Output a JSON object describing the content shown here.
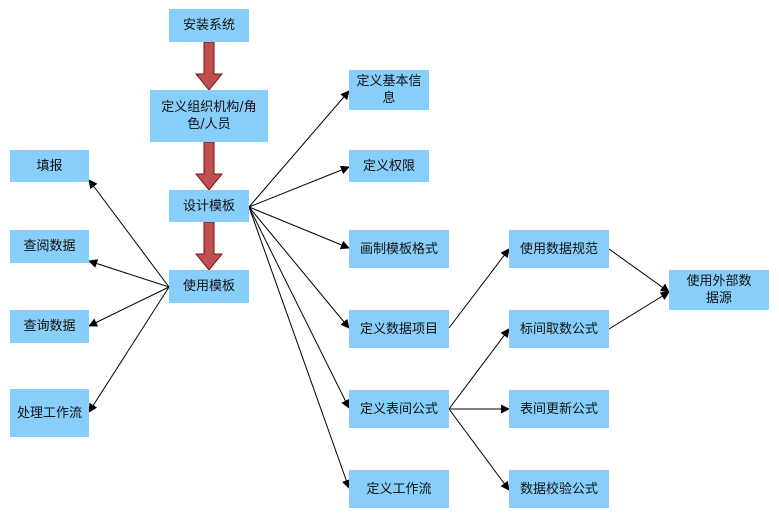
{
  "nodes": {
    "install": "安装系统",
    "define_org": "定义组织机构/角色/人员",
    "design_template": "设计模板",
    "use_template": "使用模板",
    "fill_report": "填报",
    "view_data": "查阅数据",
    "query_data": "查询数据",
    "workflow": "处理工作流",
    "basic_info": "定义基本信息",
    "permissions": "定义权限",
    "draw_format": "画制模板格式",
    "data_items": "定义数据项目",
    "table_formula": "定义表间公式",
    "define_workflow": "定义工作流",
    "data_spec": "使用数据规范",
    "fetch_formula": "标间取数公式",
    "update_formula": "表间更新公式",
    "check_formula": "数据校验公式",
    "external_source": "使用外部数据源"
  },
  "colors": {
    "node_fill": "#87cefa",
    "flow_arrow_fill": "#c0504d",
    "flow_arrow_stroke": "#6b1a1a",
    "line": "#000000"
  }
}
